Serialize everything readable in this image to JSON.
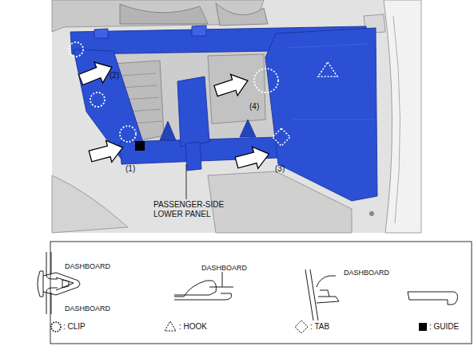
{
  "diagram": {
    "labels": [
      "(2)",
      "(4)",
      "(1)",
      "(3)",
      "PASSENGER-SIDE LOWER PANEL",
      "DASHBOARD",
      "DASHBOARD",
      "DASHBOARD",
      "DASHBOARD"
    ],
    "legend": [
      {
        "text": ": CLIP"
      },
      {
        "text": ": HOOK"
      },
      {
        "text": ": TAB"
      },
      {
        "text": ": GUIDE"
      }
    ]
  }
}
